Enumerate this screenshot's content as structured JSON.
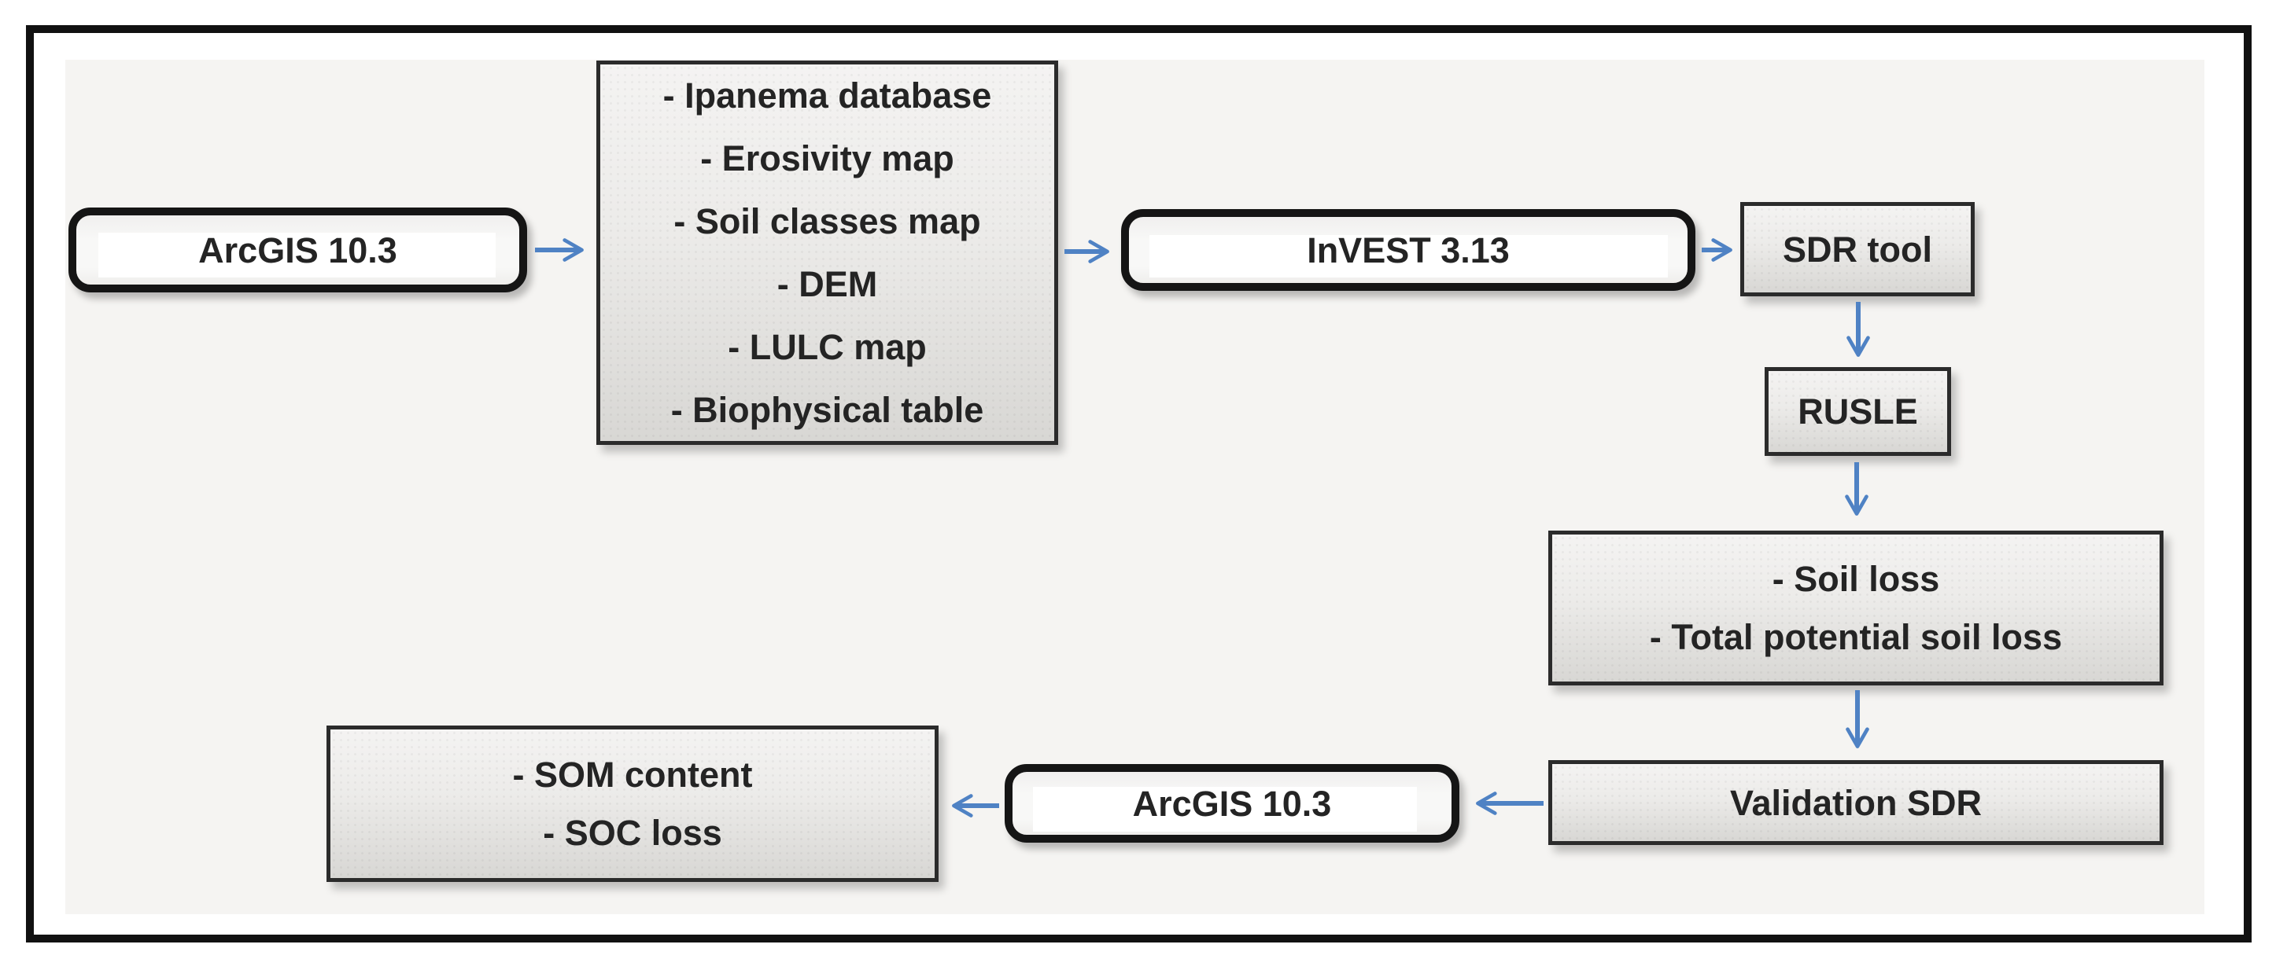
{
  "figure": {
    "type": "flowchart",
    "colors": {
      "background": "#ffffff",
      "panel": "#f5f4f2",
      "frame": "#111111",
      "arrow": "#4f82c4",
      "box_border": "#2b2b2b",
      "box_fill_top": "#f4f3f2",
      "box_fill_bottom": "#d8d7d4",
      "band": "#ffffff",
      "text": "#242424"
    }
  },
  "nodes": {
    "arcgis_top": {
      "label": "ArcGIS 10.3"
    },
    "inputs": {
      "lines": [
        "- Ipanema database",
        "- Erosivity map",
        "- Soil classes map",
        "- DEM",
        "- LULC map",
        "- Biophysical table"
      ]
    },
    "invest": {
      "label": "InVEST 3.13"
    },
    "sdr_tool": {
      "label": "SDR tool"
    },
    "rusle": {
      "label": "RUSLE"
    },
    "outputs": {
      "lines": [
        "- Soil loss",
        "- Total potential soil loss"
      ]
    },
    "validation": {
      "label": "Validation SDR"
    },
    "arcgis_bottom": {
      "label": "ArcGIS 10.3"
    },
    "soc": {
      "lines": [
        "- SOM content",
        "- SOC loss"
      ]
    }
  },
  "edges": [
    {
      "from": "arcgis_top",
      "to": "inputs"
    },
    {
      "from": "inputs",
      "to": "invest"
    },
    {
      "from": "invest",
      "to": "sdr_tool"
    },
    {
      "from": "sdr_tool",
      "to": "rusle"
    },
    {
      "from": "rusle",
      "to": "outputs"
    },
    {
      "from": "outputs",
      "to": "validation"
    },
    {
      "from": "validation",
      "to": "arcgis_bottom"
    },
    {
      "from": "arcgis_bottom",
      "to": "soc"
    }
  ]
}
